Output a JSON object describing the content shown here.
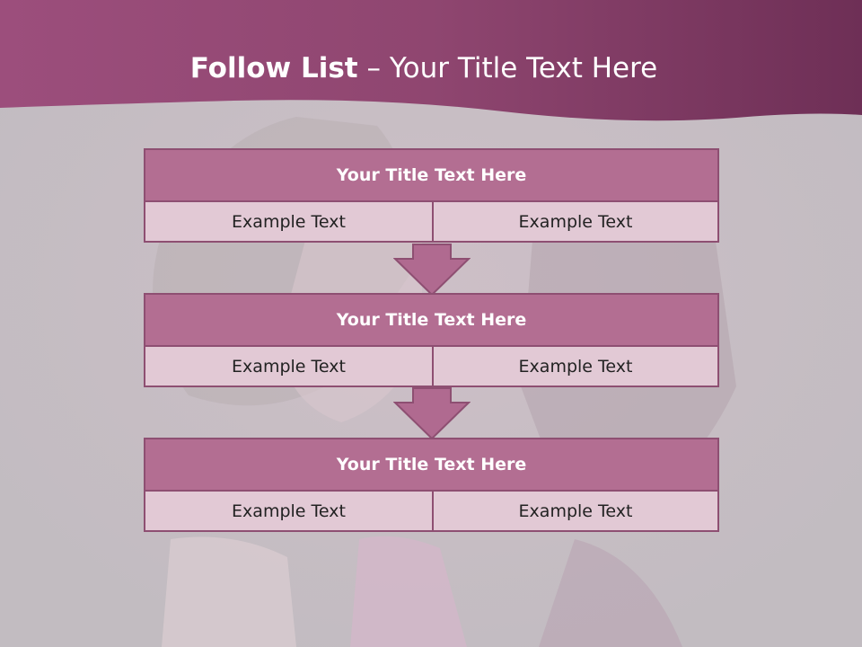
{
  "slide": {
    "title_bold": "Follow List",
    "title_rest": " – Your Title Text Here"
  },
  "steps": [
    {
      "title": "Your Title Text Here",
      "left": "Example Text",
      "right": "Example Text"
    },
    {
      "title": "Your Title Text Here",
      "left": "Example Text",
      "right": "Example Text"
    },
    {
      "title": "Your Title Text Here",
      "left": "Example Text",
      "right": "Example Text"
    }
  ],
  "colors": {
    "header": "#8a3f6a",
    "box_header": "#b36e92",
    "box_body": "#e2c9d5",
    "border": "#8e4f72",
    "arrow": "#b06a90"
  }
}
